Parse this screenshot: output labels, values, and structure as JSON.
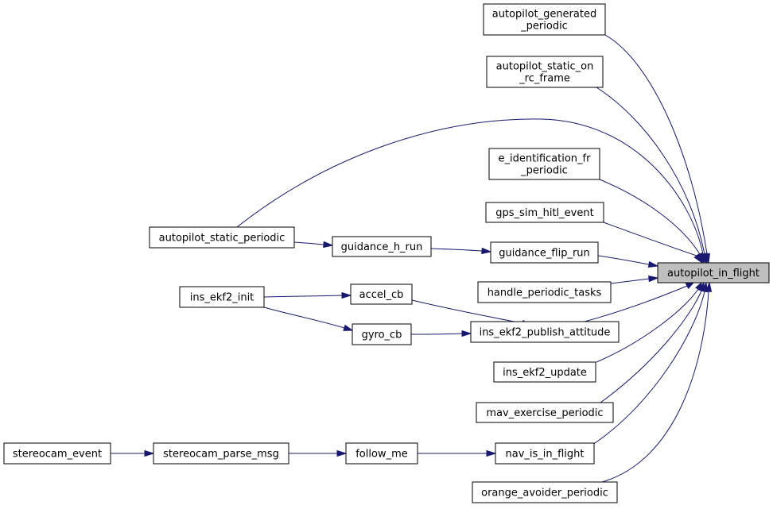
{
  "graph": {
    "nodes": [
      {
        "id": "autopilot_in_flight",
        "lines": [
          "autopilot_in_flight"
        ],
        "highlight": true
      },
      {
        "id": "autopilot_generated_periodic",
        "lines": [
          "autopilot_generated",
          "_periodic"
        ]
      },
      {
        "id": "autopilot_static_on_rc_frame",
        "lines": [
          "autopilot_static_on",
          "_rc_frame"
        ]
      },
      {
        "id": "e_identification_fr_periodic",
        "lines": [
          "e_identification_fr",
          "_periodic"
        ]
      },
      {
        "id": "gps_sim_hitl_event",
        "lines": [
          "gps_sim_hitl_event"
        ]
      },
      {
        "id": "autopilot_static_periodic",
        "lines": [
          "autopilot_static_periodic"
        ]
      },
      {
        "id": "guidance_h_run",
        "lines": [
          "guidance_h_run"
        ]
      },
      {
        "id": "guidance_flip_run",
        "lines": [
          "guidance_flip_run"
        ]
      },
      {
        "id": "handle_periodic_tasks",
        "lines": [
          "handle_periodic_tasks"
        ]
      },
      {
        "id": "ins_ekf2_init",
        "lines": [
          "ins_ekf2_init"
        ]
      },
      {
        "id": "accel_cb",
        "lines": [
          "accel_cb"
        ]
      },
      {
        "id": "gyro_cb",
        "lines": [
          "gyro_cb"
        ]
      },
      {
        "id": "ins_ekf2_publish_attitude",
        "lines": [
          "ins_ekf2_publish_attitude"
        ]
      },
      {
        "id": "ins_ekf2_update",
        "lines": [
          "ins_ekf2_update"
        ]
      },
      {
        "id": "mav_exercise_periodic",
        "lines": [
          "mav_exercise_periodic"
        ]
      },
      {
        "id": "stereocam_event",
        "lines": [
          "stereocam_event"
        ]
      },
      {
        "id": "stereocam_parse_msg",
        "lines": [
          "stereocam_parse_msg"
        ]
      },
      {
        "id": "follow_me",
        "lines": [
          "follow_me"
        ]
      },
      {
        "id": "nav_is_in_flight",
        "lines": [
          "nav_is_in_flight"
        ]
      },
      {
        "id": "orange_avoider_periodic",
        "lines": [
          "orange_avoider_periodic"
        ]
      }
    ],
    "edges": [
      {
        "from": "autopilot_generated_periodic",
        "to": "autopilot_in_flight"
      },
      {
        "from": "autopilot_static_on_rc_frame",
        "to": "autopilot_in_flight"
      },
      {
        "from": "autopilot_static_periodic",
        "to": "autopilot_in_flight"
      },
      {
        "from": "e_identification_fr_periodic",
        "to": "autopilot_in_flight"
      },
      {
        "from": "gps_sim_hitl_event",
        "to": "autopilot_in_flight"
      },
      {
        "from": "guidance_flip_run",
        "to": "autopilot_in_flight"
      },
      {
        "from": "handle_periodic_tasks",
        "to": "autopilot_in_flight"
      },
      {
        "from": "ins_ekf2_publish_attitude",
        "to": "autopilot_in_flight"
      },
      {
        "from": "ins_ekf2_update",
        "to": "autopilot_in_flight"
      },
      {
        "from": "mav_exercise_periodic",
        "to": "autopilot_in_flight"
      },
      {
        "from": "nav_is_in_flight",
        "to": "autopilot_in_flight"
      },
      {
        "from": "orange_avoider_periodic",
        "to": "autopilot_in_flight"
      },
      {
        "from": "guidance_h_run",
        "to": "guidance_flip_run"
      },
      {
        "from": "autopilot_static_periodic",
        "to": "guidance_h_run"
      },
      {
        "from": "accel_cb",
        "to": "ins_ekf2_publish_attitude"
      },
      {
        "from": "gyro_cb",
        "to": "ins_ekf2_publish_attitude"
      },
      {
        "from": "ins_ekf2_init",
        "to": "accel_cb"
      },
      {
        "from": "ins_ekf2_init",
        "to": "gyro_cb"
      },
      {
        "from": "follow_me",
        "to": "nav_is_in_flight"
      },
      {
        "from": "stereocam_parse_msg",
        "to": "follow_me"
      },
      {
        "from": "stereocam_event",
        "to": "stereocam_parse_msg"
      }
    ]
  }
}
